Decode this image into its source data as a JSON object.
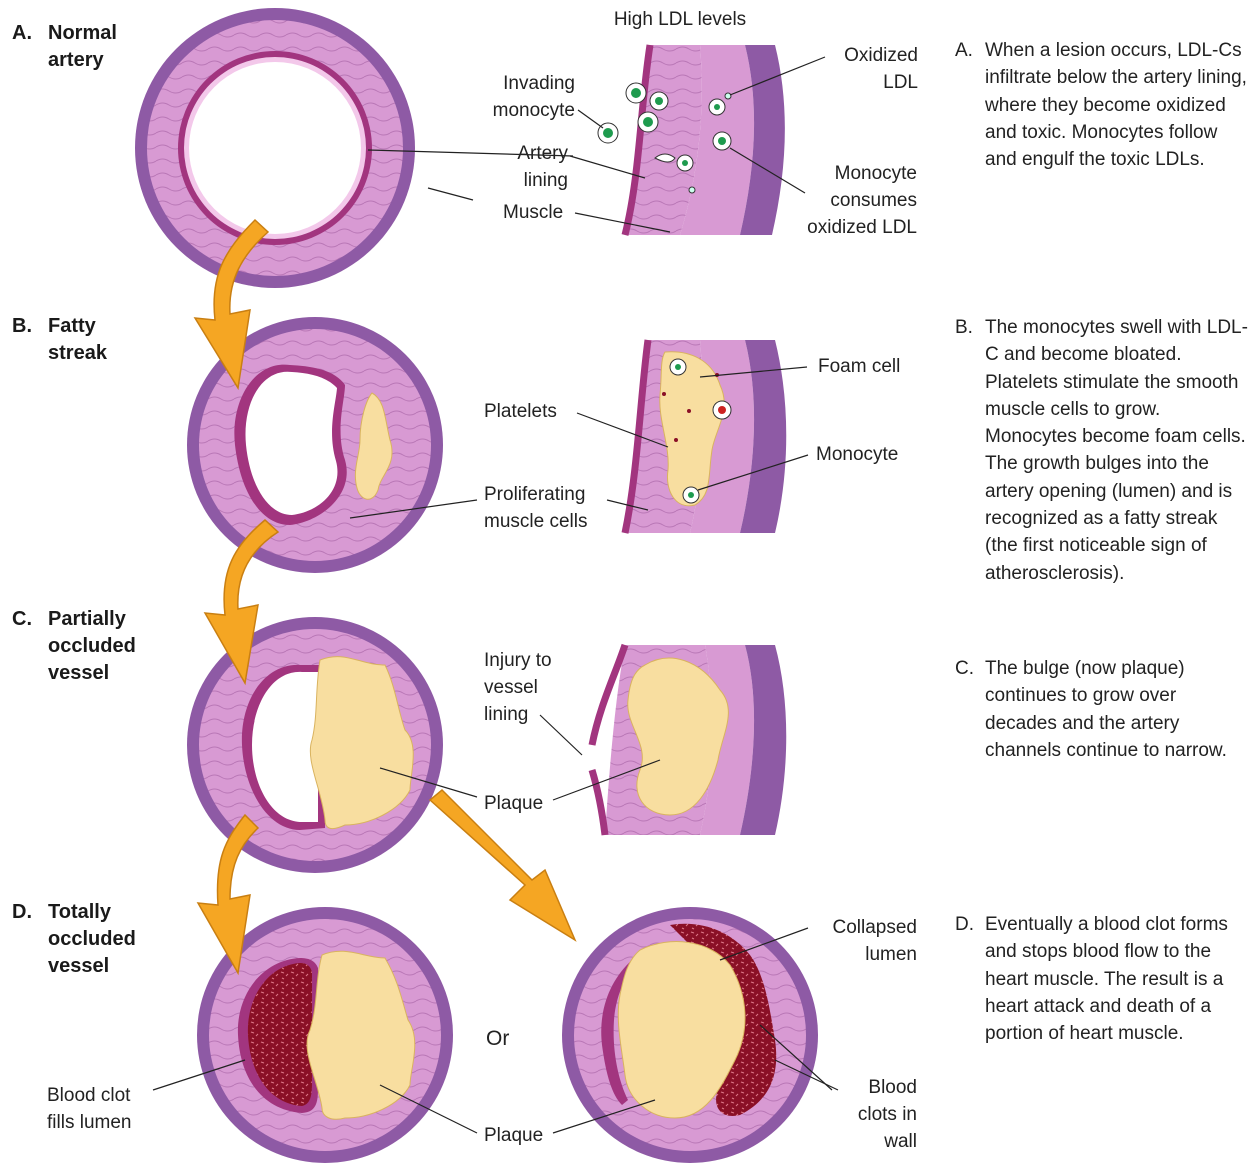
{
  "stages": [
    {
      "letter": "A.",
      "title": "Normal artery"
    },
    {
      "letter": "B.",
      "title": "Fatty streak"
    },
    {
      "letter": "C.",
      "title": "Partially occluded vessel"
    },
    {
      "letter": "D.",
      "title": "Totally occluded vessel"
    }
  ],
  "labels": {
    "high_ldl": "High LDL levels",
    "oxidized_ldl": "Oxidized LDL",
    "invading_monocyte": "Invading monocyte",
    "artery_lining": "Artery lining",
    "muscle": "Muscle",
    "monocyte_consumes": "Monocyte consumes oxidized LDL",
    "foam_cell": "Foam cell",
    "platelets": "Platelets",
    "monocyte": "Monocyte",
    "proliferating": "Proliferating muscle cells",
    "injury": "Injury to vessel lining",
    "plaque_c": "Plaque",
    "collapsed_lumen": "Collapsed lumen",
    "or": "Or",
    "blood_clot_fills": "Blood clot fills lumen",
    "plaque_d": "Plaque",
    "blood_clots_wall": "Blood clots in wall"
  },
  "descriptions": [
    {
      "letter": "A.",
      "text": "When a lesion occurs, LDL-Cs infiltrate below the artery lining, where they become oxidized and toxic. Monocytes follow and engulf the toxic LDLs."
    },
    {
      "letter": "B.",
      "text": "The monocytes swell with LDL-C and become bloated. Platelets stimulate the smooth muscle cells to grow. Monocytes become foam cells. The growth bulges into the artery opening (lumen) and is recognized as a fatty streak (the first noticeable sign of atherosclerosis)."
    },
    {
      "letter": "C.",
      "text": "The bulge (now plaque) continues to grow over decades and the artery channels continue to narrow."
    },
    {
      "letter": "D.",
      "text": "Eventually a blood clot forms and stops blood flow to the heart muscle. The result is a heart attack and death of a portion of heart muscle."
    }
  ],
  "colors": {
    "adventitia": "#8e5aa5",
    "media": "#d89ad3",
    "lining": "#a2357f",
    "plaque": "#f8dea0",
    "clot": "#8a1026",
    "arrow": "#f5a623"
  }
}
